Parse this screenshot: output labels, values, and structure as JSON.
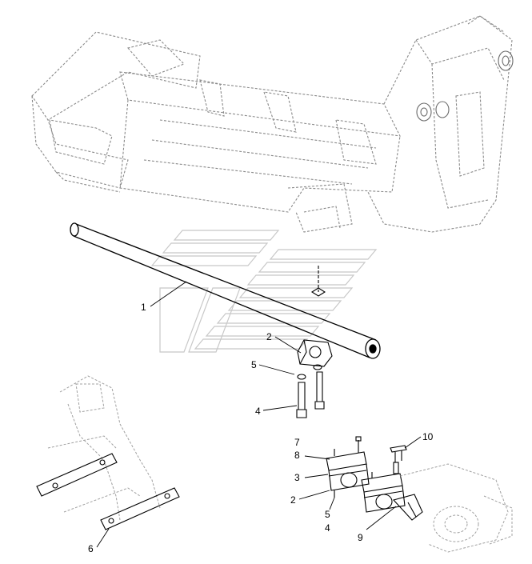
{
  "callouts": {
    "c1": "1",
    "c2_top": "2",
    "c5_top": "5",
    "c4_top": "4",
    "c6": "6",
    "c7": "7",
    "c8": "8",
    "c3": "3",
    "c2_bottom": "2",
    "c5_bottom": "5",
    "c4_bottom": "4",
    "c9": "9",
    "c10": "10"
  },
  "colors": {
    "line": "#000000",
    "ghost": "#a0a0a0",
    "watermark": "#d8d8d8",
    "background": "#ffffff"
  }
}
